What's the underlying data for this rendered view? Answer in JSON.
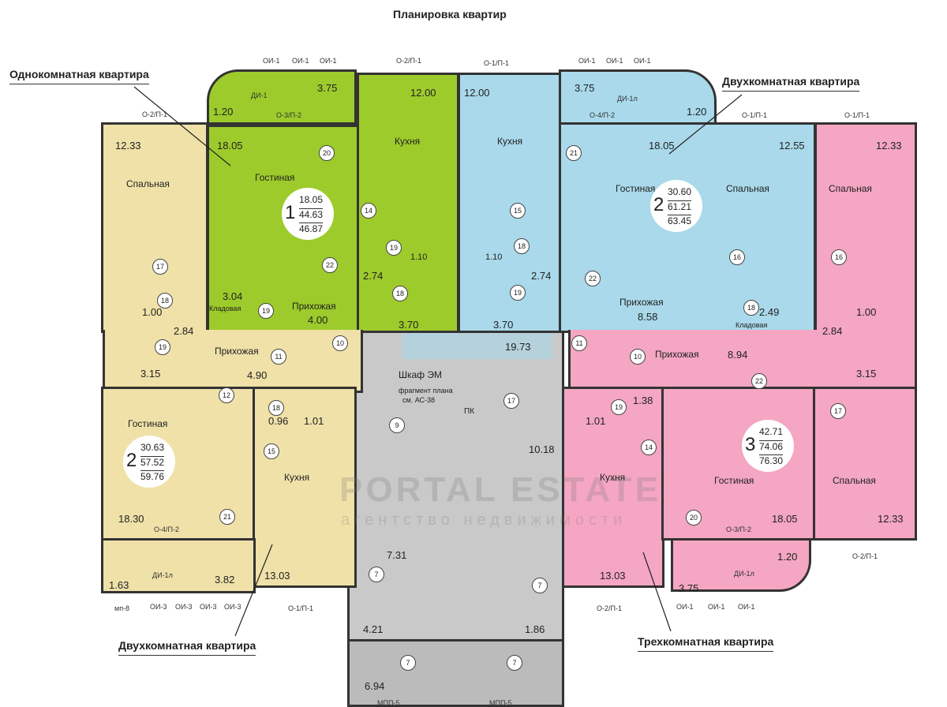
{
  "title": "Планировка квартир",
  "callouts": [
    "Однокомнатная квартира",
    "Двухкомнатная квартира",
    "Двухкомнатная квартира",
    "Трехкомнатная квартира"
  ],
  "apt1": {
    "rooms": "1",
    "living": "18.05",
    "total": "44.63",
    "total_balcony": "46.87"
  },
  "apt2a": {
    "rooms": "2",
    "living": "30.60",
    "total": "61.21",
    "total_balcony": "63.45"
  },
  "apt2b": {
    "rooms": "2",
    "living": "30.63",
    "total": "57.52",
    "total_balcony": "59.76"
  },
  "apt3": {
    "rooms": "3",
    "living": "42.71",
    "total": "74.06",
    "total_balcony": "76.30"
  },
  "room_names": {
    "living": "Гостиная",
    "bedroom": "Спальная",
    "kitchen": "Кухня",
    "hall": "Прихожая",
    "storage": "Кладовая"
  },
  "areas": [
    "3.75",
    "1.20",
    "12.00",
    "12.00",
    "3.75",
    "1.20",
    "12.33",
    "18.05",
    "18.05",
    "12.55",
    "12.33",
    "3.04",
    "4.00",
    "2.74",
    "3.70",
    "3.70",
    "2.74",
    "8.58",
    "2.49",
    "1.00",
    "2.84",
    "3.15",
    "4.90",
    "19.73",
    "8.94",
    "2.84",
    "3.15",
    "1.00",
    "0.96",
    "1.01",
    "1.01",
    "1.38",
    "10.18",
    "18.30",
    "13.03",
    "7.31",
    "13.03",
    "18.05",
    "12.33",
    "1.63",
    "3.82",
    "4.21",
    "1.86",
    "6.94",
    "1.20",
    "3.75",
    "1.10",
    "1.10"
  ],
  "windows": [
    "ОИ-1",
    "ОИ-1",
    "ОИ-1",
    "О-2/П-1",
    "О-1/П-1",
    "ОИ-1",
    "ОИ-1",
    "ОИ-1",
    "О-2/П-1",
    "О-3/П-2",
    "О-4/П-2",
    "О-1/П-1",
    "О-1/П-1",
    "ДИ-1",
    "ДИ-1л",
    "О-4/П-2",
    "ДИ-1л",
    "мп-8",
    "ОИ-3",
    "ОИ-3",
    "ОИ-3",
    "ОИ-3",
    "О-1/П-1",
    "О-2/П-1",
    "ОИ-1",
    "ОИ-1",
    "ОИ-1",
    "ДИ-1л",
    "О-3/П-2",
    "О-2/П-1",
    "МПП-5",
    "МПП-5"
  ],
  "doors": [
    "20",
    "14",
    "19",
    "18",
    "22",
    "19",
    "18",
    "15",
    "18",
    "19",
    "21",
    "22",
    "16",
    "18",
    "16",
    "17",
    "18",
    "19",
    "10",
    "11",
    "11",
    "10",
    "12",
    "18",
    "15",
    "21",
    "9",
    "17",
    "19",
    "14",
    "22",
    "17",
    "7",
    "7",
    "7",
    "7",
    "20"
  ],
  "core": {
    "cabinet": "Шкаф ЭМ",
    "fragment": "фрагмент плана",
    "ref": "см. АС-38",
    "pk": "ПК"
  },
  "watermark": {
    "brand": "PORTAL ESTATE",
    "sub": "агентство недвижимости"
  }
}
